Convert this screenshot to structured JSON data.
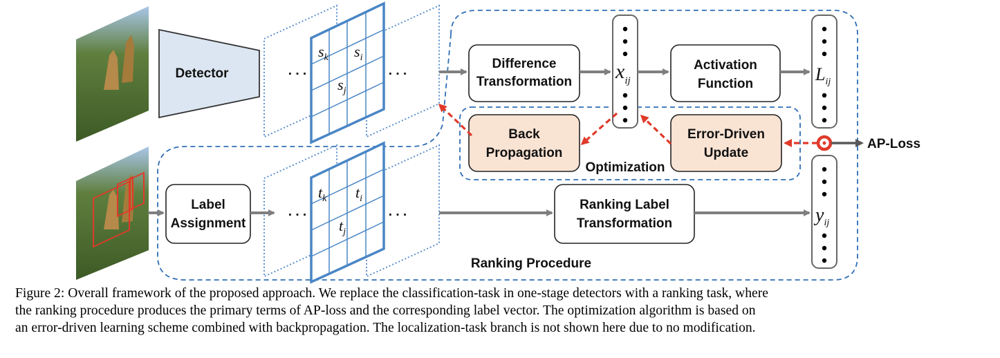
{
  "diagram": {
    "detector_label": "Detector",
    "score_labels": [
      "s",
      "s",
      "s"
    ],
    "score_subscripts": [
      "k",
      "i",
      "j"
    ],
    "label_labels": [
      "t",
      "t",
      "t"
    ],
    "label_subscripts": [
      "k",
      "i",
      "j"
    ],
    "ellipsis": ". . .",
    "difference_transformation": [
      "Difference",
      "Transformation"
    ],
    "activation_function": [
      "Activation",
      "Function"
    ],
    "back_propagation": [
      "Back",
      "Propagation"
    ],
    "error_driven_update": [
      "Error-Driven",
      "Update"
    ],
    "optimization_label": "Optimization",
    "label_assignment": [
      "Label",
      "Assignment"
    ],
    "ranking_label_transformation": [
      "Ranking Label",
      "Transformation"
    ],
    "ranking_procedure_label": "Ranking Procedure",
    "ap_loss_label": "AP-Loss",
    "vector_x": {
      "symbol": "x",
      "subscript": "ij"
    },
    "vector_L": {
      "symbol": "L",
      "subscript": "ij"
    },
    "vector_y": {
      "symbol": "y",
      "subscript": "ij"
    },
    "colors": {
      "dashed_border": "#2e6db4",
      "grid_blue": "#4a86c5",
      "detector_fill": "#dce6f2",
      "optim_fill": "#f9e3d3",
      "red_arrow": "#e03a2a",
      "gray_arrow": "#7f7f7f"
    }
  },
  "caption": {
    "lines": [
      "Figure 2: Overall framework of the proposed approach. We replace the classification-task in one-stage detectors with a ranking task, where",
      "the ranking procedure produces the primary terms of AP-loss and the corresponding label vector. The optimization algorithm is based on",
      "an error-driven learning scheme combined with backpropagation. The localization-task branch is not shown here due to no modification."
    ]
  }
}
